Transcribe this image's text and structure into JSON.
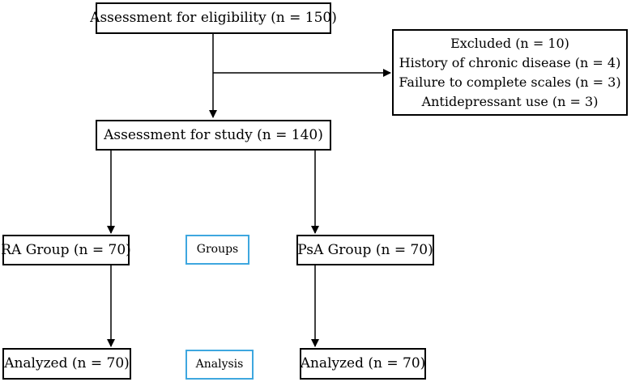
{
  "boxes": {
    "eligibility": "Assessment for eligibility (n = 150)",
    "excluded": {
      "title": "Excluded (n = 10)",
      "lines": [
        "History of chronic disease (n = 4)",
        "Failure to complete scales (n = 3)",
        "Antidepressant use (n = 3)"
      ]
    },
    "study": "Assessment for study (n = 140)",
    "ra_group": "RA Group (n = 70)",
    "psa_group": "PsA Group (n = 70)",
    "groups_label": "Groups",
    "ra_analyzed": "Analyzed (n = 70)",
    "psa_analyzed": "Analyzed (n = 70)",
    "analysis_label": "Analysis"
  },
  "colors": {
    "stage_label_border": "#3ea7df",
    "box_border": "#000000"
  }
}
